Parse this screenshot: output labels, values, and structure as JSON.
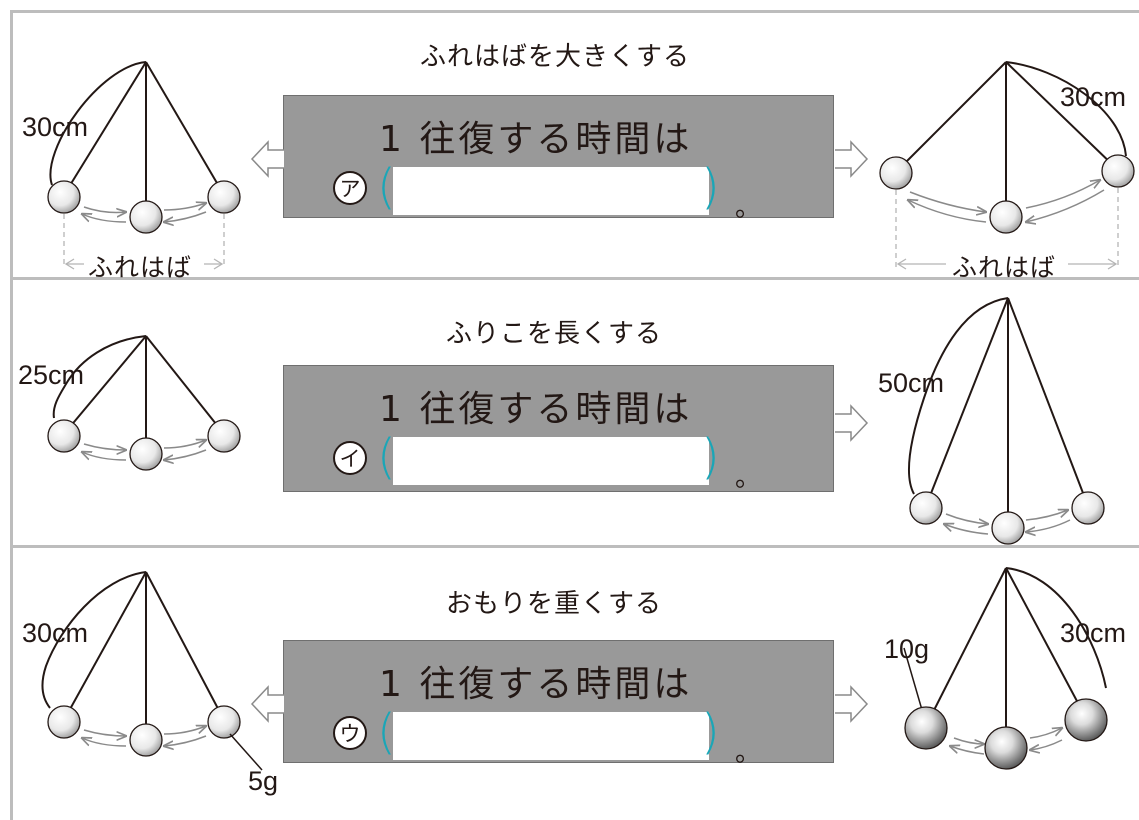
{
  "sections": [
    {
      "title": "ふれはばを大きくする",
      "question": "1 往復する時間は",
      "marker": "ア",
      "period": "。",
      "left_length": "30cm",
      "right_length": "30cm",
      "left_amplitude_label": "ふれはば",
      "right_amplitude_label": "ふれはば"
    },
    {
      "title": "ふりこを長くする",
      "question": "1 往復する時間は",
      "marker": "イ",
      "period": "。",
      "left_length": "25cm",
      "right_length": "50cm"
    },
    {
      "title": "おもりを重くする",
      "question": "1 往復する時間は",
      "marker": "ウ",
      "period": "。",
      "left_length": "30cm",
      "right_length": "30cm",
      "left_weight": "5g",
      "right_weight": "10g"
    }
  ],
  "colors": {
    "box": "#999999",
    "paren": "#1aa6b7",
    "divider": "#bdbdbd",
    "text": "#231815"
  }
}
